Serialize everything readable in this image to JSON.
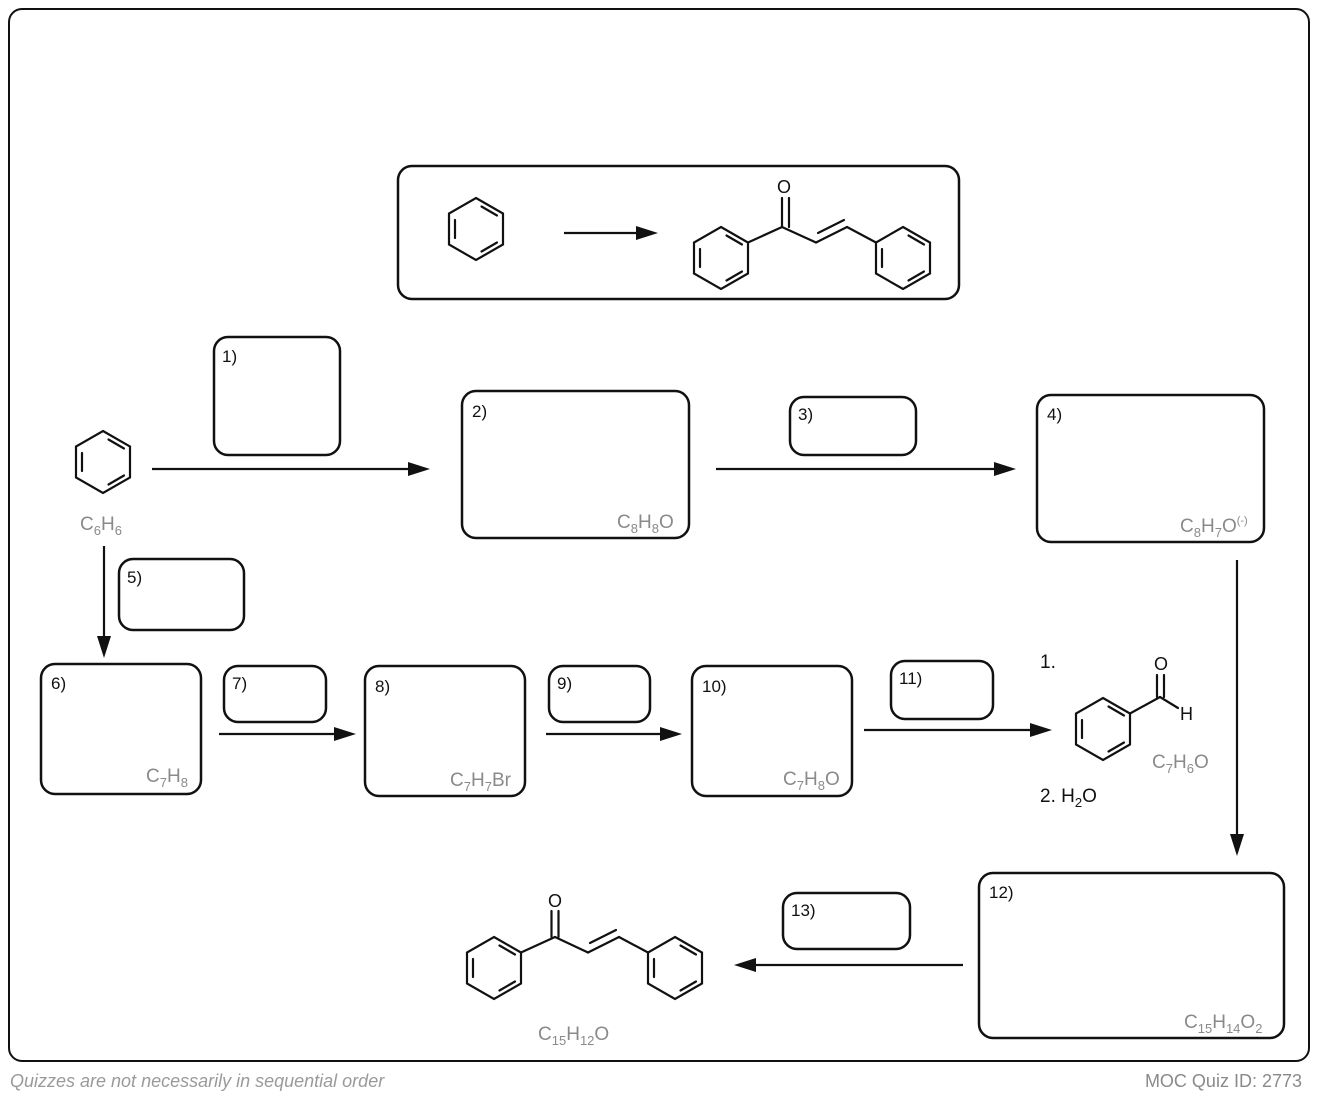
{
  "steps": {
    "s1": "1)",
    "s2": "2)",
    "s3": "3)",
    "s4": "4)",
    "s5": "5)",
    "s6": "6)",
    "s7": "7)",
    "s8": "8)",
    "s9": "9)",
    "s10": "10)",
    "s11": "11)",
    "s12": "12)",
    "s13": "13)"
  },
  "formulas": {
    "benzene": {
      "a": "C",
      "b": "6",
      "c": "H",
      "d": "6"
    },
    "box2": {
      "a": "C",
      "b": "8",
      "c": "H",
      "d": "8",
      "e": "O"
    },
    "box4": {
      "a": "C",
      "b": "8",
      "c": "H",
      "d": "7",
      "e": "O",
      "f": "(-)"
    },
    "box6": {
      "a": "C",
      "b": "7",
      "c": "H",
      "d": "8"
    },
    "box8": {
      "a": "C",
      "b": "7",
      "c": "H",
      "d": "7",
      "e": "Br"
    },
    "box10": {
      "a": "C",
      "b": "7",
      "c": "H",
      "d": "8",
      "e": "O"
    },
    "benzaldehyde": {
      "a": "C",
      "b": "7",
      "c": "H",
      "d": "6",
      "e": "O"
    },
    "box12": {
      "a": "C",
      "b": "15",
      "c": "H",
      "d": "14",
      "e": "O",
      "f": "2"
    },
    "product": {
      "a": "C",
      "b": "15",
      "c": "H",
      "d": "12",
      "e": "O"
    }
  },
  "reagents": {
    "step1": "1.",
    "step2_a": "2. H",
    "step2_b": "2",
    "step2_c": "O"
  },
  "atoms": {
    "oxygen": "O",
    "hydrogen": "H"
  },
  "footer": {
    "left": "Quizzes are not necessarily in sequential order",
    "right": "MOC Quiz ID: 2773"
  }
}
